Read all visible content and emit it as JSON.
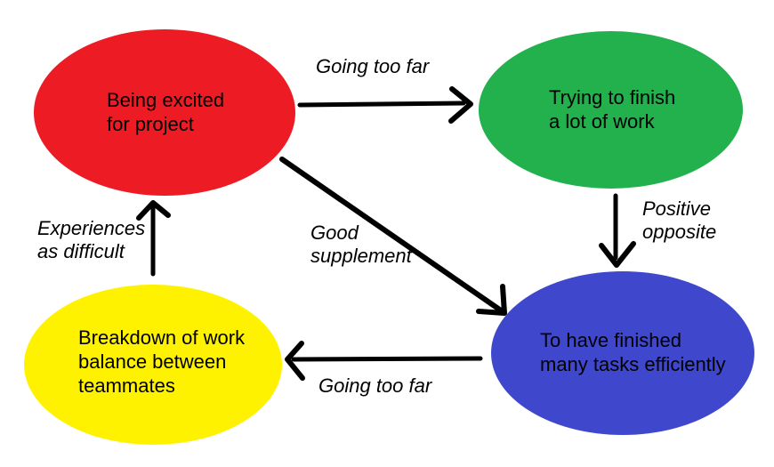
{
  "background": "#ffffff",
  "ink_color": "#000000",
  "nodes": {
    "being_excited": {
      "text": "Being excited\nfor project",
      "color": "#ED1C24"
    },
    "trying_to_finish": {
      "text": "Trying to finish\na lot of work",
      "color": "#22B14C"
    },
    "finished_tasks": {
      "text": "To have finished\nmany tasks efficiently",
      "color": "#3F48CC"
    },
    "breakdown": {
      "text": "Breakdown of work\nbalance between\nteammates",
      "color": "#FFF200"
    }
  },
  "edges": {
    "top": {
      "label": "Going too far",
      "from": "being_excited",
      "to": "trying_to_finish"
    },
    "right": {
      "label": "Positive\nopposite",
      "from": "trying_to_finish",
      "to": "finished_tasks"
    },
    "diagonal": {
      "label": "Good\nsupplement",
      "from": "being_excited",
      "to": "finished_tasks"
    },
    "bottom": {
      "label": "Going too far",
      "from": "finished_tasks",
      "to": "breakdown"
    },
    "left": {
      "label": "Experiences\nas difficult",
      "from": "breakdown",
      "to": "being_excited"
    }
  }
}
